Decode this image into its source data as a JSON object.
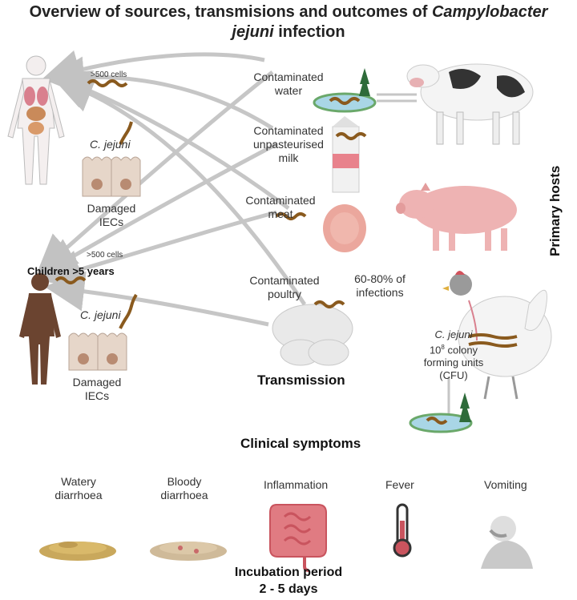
{
  "title": {
    "line1": "Overview of sources, transmisions and outcomes of",
    "line1_italic": "Campylobacter",
    "line2_italic": "jejuni",
    "line2": "infection"
  },
  "sources": {
    "water": [
      "Contaminated",
      "water"
    ],
    "milk": [
      "Contaminated",
      "unpasteurised",
      "milk"
    ],
    "meat": [
      "Contaminated",
      "meat"
    ],
    "poultry": [
      "Contaminated",
      "poultry"
    ],
    "poultry_share": [
      "60-80% of",
      "infections"
    ]
  },
  "adult": {
    "dose": ">500 cells",
    "pathogen": "C. jejuni",
    "damage": [
      "Damaged",
      "IECs"
    ]
  },
  "child": {
    "dose": ">500 cells",
    "group": "Children >5 years",
    "pathogen": "C. jejuni",
    "damage": [
      "Damaged",
      "IECs"
    ]
  },
  "chicken": {
    "pathogen": "C. jejuni",
    "load_base": "10",
    "load_exp": "8",
    "load_rest": " colony",
    "load2": "forming units",
    "load3": "(CFU)"
  },
  "primary_hosts": "Primary hosts",
  "transmission": "Transmission",
  "clinical": {
    "heading": "Clinical symptoms",
    "watery": [
      "Watery",
      "diarrhoea"
    ],
    "bloody": [
      "Bloody",
      "diarrhoea"
    ],
    "inflammation": "Inflammation",
    "fever": "Fever",
    "vomiting": "Vomiting"
  },
  "incubation": {
    "label": "Incubation period",
    "range": "2 - 5  days"
  },
  "colors": {
    "arrow": "#c9c9c9",
    "bacteria": "#8a5a1e",
    "organ": "#c94a5a",
    "cell": "#d9c7b8",
    "water": "#a9d6e6"
  }
}
